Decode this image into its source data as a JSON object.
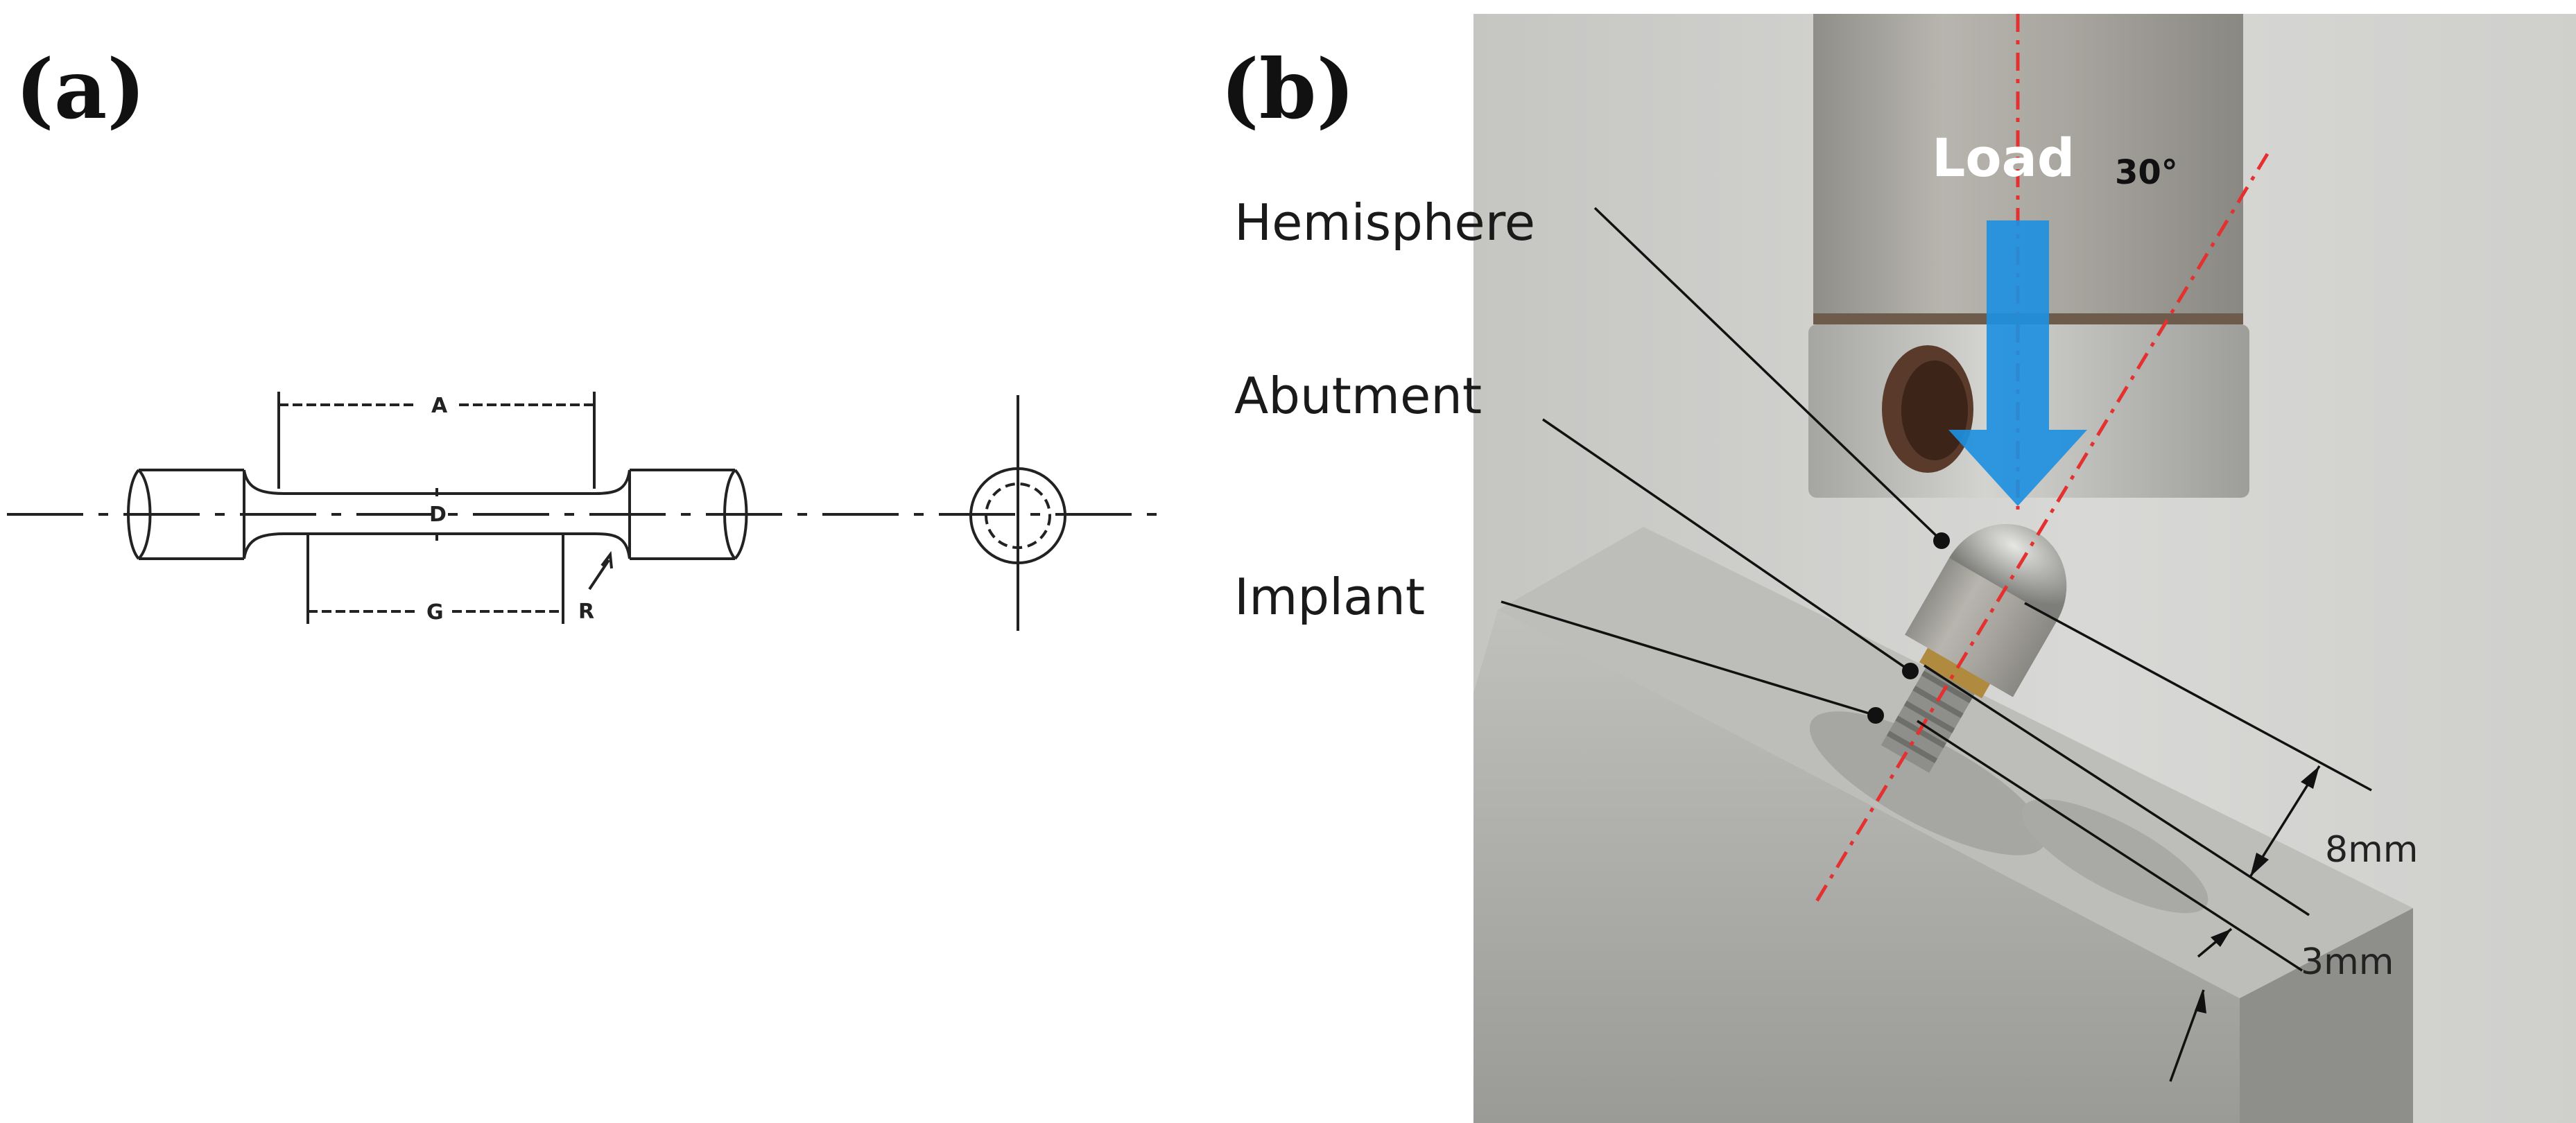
{
  "panels": {
    "a": {
      "label": "(a)"
    },
    "b": {
      "label": "(b)"
    }
  },
  "specimen": {
    "dim_a": "A",
    "dim_d": "D",
    "dim_g": "G",
    "dim_r": "R"
  },
  "photo": {
    "load_label": "Load",
    "angle_label": "30°",
    "callouts": {
      "hemisphere": "Hemisphere",
      "abutment": "Abutment",
      "implant": "Implant"
    },
    "dimensions": {
      "eight_mm": "8mm",
      "three_mm": "3mm"
    },
    "colors": {
      "load_arrow": "#1e90e0",
      "axis_line": "#e53030",
      "metal": "#b9b9b6",
      "background": "#c9c9c6"
    }
  }
}
